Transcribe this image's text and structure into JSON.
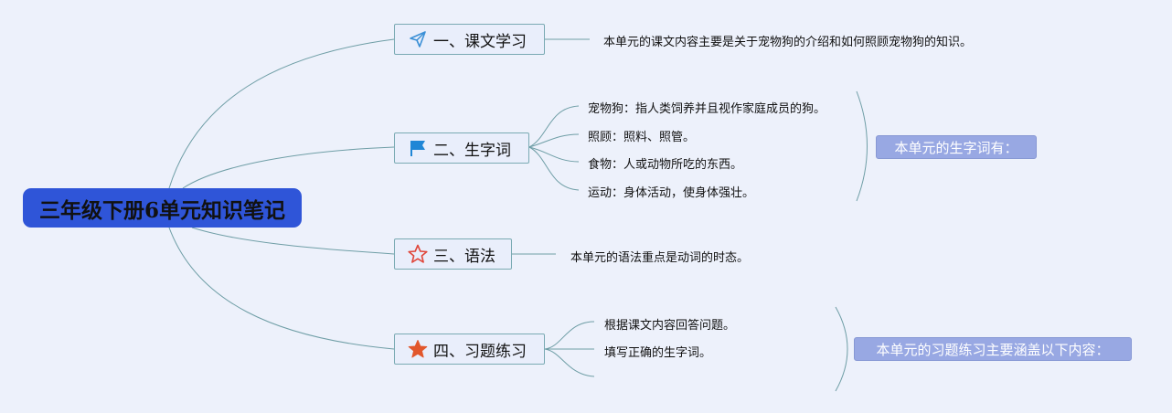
{
  "root": {
    "title": "三年级下册6单元知识笔记"
  },
  "branches": [
    {
      "label": "一、课文学习",
      "icon": "paper-plane-icon",
      "details": [
        "本单元的课文内容主要是关于宠物狗的介绍和如何照顾宠物狗的知识。"
      ]
    },
    {
      "label": "二、生字词",
      "icon": "flag-icon",
      "details": [
        "宠物狗：指人类饲养并且视作家庭成员的狗。",
        "照顾：照料、照管。",
        "食物：人或动物所吃的东西。",
        "运动：身体活动，使身体强壮。"
      ],
      "summary": "本单元的生字词有："
    },
    {
      "label": "三、语法",
      "icon": "star-outline-icon",
      "details": [
        "本单元的语法重点是动词的时态。"
      ]
    },
    {
      "label": "四、习题练习",
      "icon": "star-filled-icon",
      "details": [
        "根据课文内容回答问题。",
        "填写正确的生字词。"
      ],
      "summary": "本单元的习题练习主要涵盖以下内容："
    }
  ],
  "colors": {
    "background": "#edf1fb",
    "root_fill": "#2f55d8",
    "connector": "#6f9ea6",
    "summary_fill": "#98a8e3",
    "paper_plane": "#3a8fd6",
    "flag": "#1f86d6",
    "star_outline": "#e0463a",
    "star_filled": "#e2572c"
  }
}
